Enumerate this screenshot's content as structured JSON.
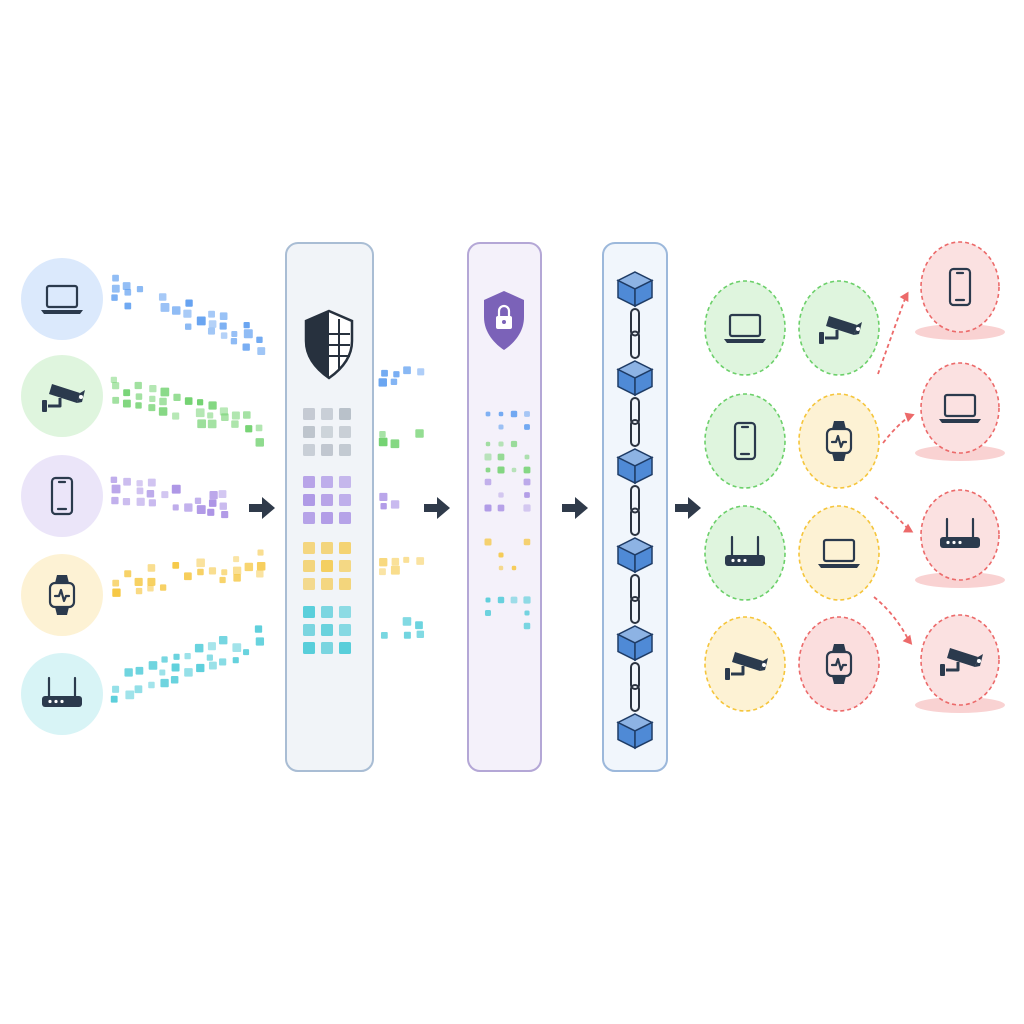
{
  "colors": {
    "blue": "#5b9cf0",
    "green": "#6cd06a",
    "purple": "#a48ae3",
    "yellow": "#f5c53b",
    "cyan": "#4fcbd8",
    "red": "#ec6a6a",
    "icon": "#2b3a4d",
    "arrow": "#2f3a4a",
    "chain_block": "#4f8ad6",
    "shield_lock": "#7b62b8"
  },
  "sources": [
    {
      "icon": "laptop-icon",
      "color": "blue"
    },
    {
      "icon": "camera-icon",
      "color": "green"
    },
    {
      "icon": "phone-icon",
      "color": "purple"
    },
    {
      "icon": "watch-icon",
      "color": "yellow"
    },
    {
      "icon": "router-icon",
      "color": "cyan"
    }
  ],
  "stages": [
    {
      "name": "filter-panel",
      "icon": "shield-grid-icon",
      "border": "#a9bdd4",
      "fill": "#f1f4f8"
    },
    {
      "name": "encrypt-panel",
      "icon": "shield-lock-icon",
      "border": "#b4a7d6",
      "fill": "#f4f1fa"
    },
    {
      "name": "blockchain-panel",
      "icon": "chain-blocks-icon",
      "border": "#9cb8db",
      "fill": "#f1f6fc"
    }
  ],
  "result_grid": [
    {
      "icon": "laptop-icon",
      "status": "green"
    },
    {
      "icon": "camera-icon",
      "status": "green"
    },
    {
      "icon": "phone-icon",
      "status": "green"
    },
    {
      "icon": "watch-icon",
      "status": "yellow"
    },
    {
      "icon": "router-icon",
      "status": "green"
    },
    {
      "icon": "laptop-icon",
      "status": "yellow"
    },
    {
      "icon": "camera-icon",
      "status": "yellow"
    },
    {
      "icon": "watch-icon",
      "status": "red"
    }
  ],
  "flagged": [
    {
      "icon": "phone-icon",
      "status": "red"
    },
    {
      "icon": "laptop-icon",
      "status": "red"
    },
    {
      "icon": "router-icon",
      "status": "red"
    },
    {
      "icon": "camera-icon",
      "status": "red"
    }
  ]
}
